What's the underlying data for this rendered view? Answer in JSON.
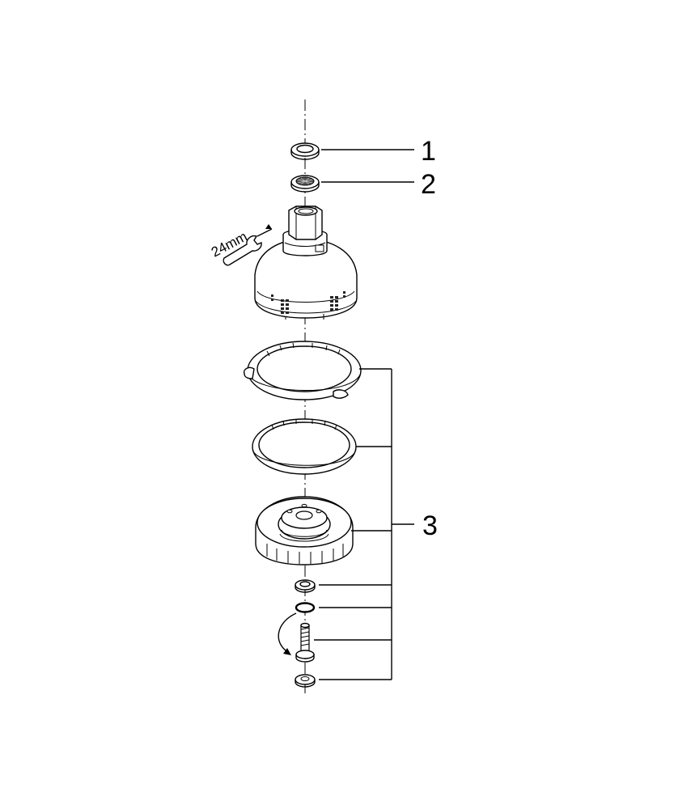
{
  "callouts": {
    "part1": "1",
    "part2": "2",
    "part3": "3"
  },
  "tool": {
    "wrench_size": "24mm",
    "icon": "wrench-icon"
  }
}
